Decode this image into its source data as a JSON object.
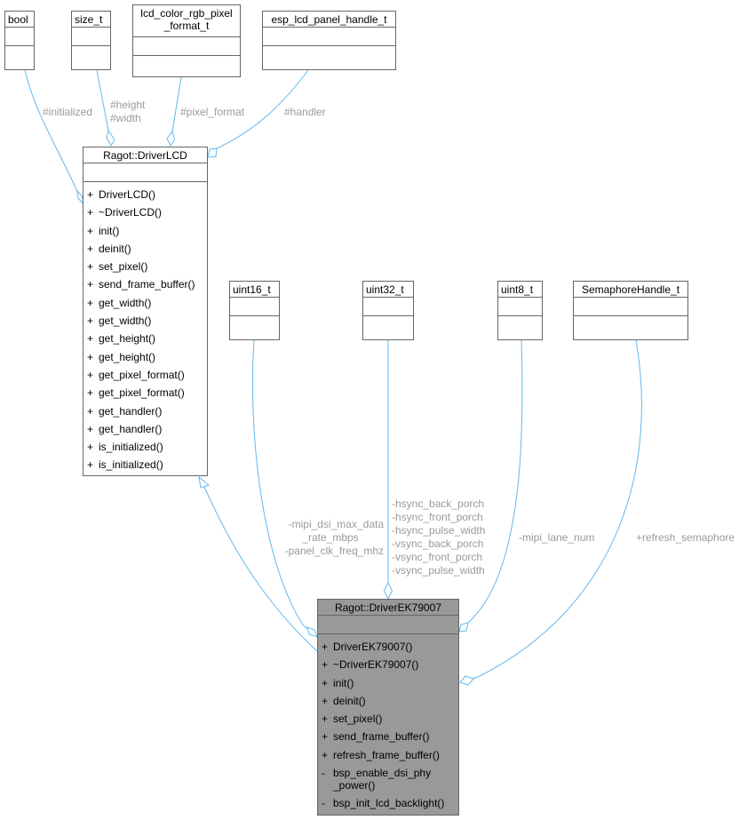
{
  "colors": {
    "edge": "#63b8ee",
    "label": "#9a9a9a",
    "box_border": "#666666",
    "focus_fill": "#999999"
  },
  "classes": {
    "bool": {
      "title": "bool"
    },
    "size_t": {
      "title": "size_t"
    },
    "lcd_color": {
      "title": "lcd_color_rgb_pixel\n_format_t"
    },
    "esp_lcd": {
      "title": "esp_lcd_panel_handle_t"
    },
    "driver_lcd": {
      "title": "Ragot::DriverLCD",
      "methods": [
        {
          "vis": "+",
          "name": "DriverLCD()"
        },
        {
          "vis": "+",
          "name": "~DriverLCD()"
        },
        {
          "vis": "+",
          "name": "init()"
        },
        {
          "vis": "+",
          "name": "deinit()"
        },
        {
          "vis": "+",
          "name": "set_pixel()"
        },
        {
          "vis": "+",
          "name": "send_frame_buffer()"
        },
        {
          "vis": "+",
          "name": "get_width()"
        },
        {
          "vis": "+",
          "name": "get_width()"
        },
        {
          "vis": "+",
          "name": "get_height()"
        },
        {
          "vis": "+",
          "name": "get_height()"
        },
        {
          "vis": "+",
          "name": "get_pixel_format()"
        },
        {
          "vis": "+",
          "name": "get_pixel_format()"
        },
        {
          "vis": "+",
          "name": "get_handler()"
        },
        {
          "vis": "+",
          "name": "get_handler()"
        },
        {
          "vis": "+",
          "name": "is_initialized()"
        },
        {
          "vis": "+",
          "name": "is_initialized()"
        }
      ]
    },
    "uint16": {
      "title": "uint16_t"
    },
    "uint32": {
      "title": "uint32_t"
    },
    "uint8": {
      "title": "uint8_t"
    },
    "semaphore": {
      "title": "SemaphoreHandle_t"
    },
    "driver_ek": {
      "title": "Ragot::DriverEK79007",
      "methods": [
        {
          "vis": "+",
          "name": "DriverEK79007()"
        },
        {
          "vis": "+",
          "name": "~DriverEK79007()"
        },
        {
          "vis": "+",
          "name": "init()"
        },
        {
          "vis": "+",
          "name": "deinit()"
        },
        {
          "vis": "+",
          "name": "set_pixel()"
        },
        {
          "vis": "+",
          "name": "send_frame_buffer()"
        },
        {
          "vis": "+",
          "name": "refresh_frame_buffer()"
        },
        {
          "vis": "-",
          "name": "bsp_enable_dsi_phy\n_power()"
        },
        {
          "vis": "-",
          "name": "bsp_init_lcd_backlight()"
        }
      ]
    }
  },
  "edge_labels": {
    "initialized": "#initialized",
    "height": "#height",
    "width": "#width",
    "pixel_format": "#pixel_format",
    "handler": "#handler",
    "mipi_dsi_1": "-mipi_dsi_max_data",
    "mipi_dsi_2": "_rate_mbps",
    "panel_clk": "-panel_clk_freq_mhz",
    "hsync_back": "-hsync_back_porch",
    "hsync_front": "-hsync_front_porch",
    "hsync_pulse": "-hsync_pulse_width",
    "vsync_back": "-vsync_back_porch",
    "vsync_front": "-vsync_front_porch",
    "vsync_pulse": "-vsync_pulse_width",
    "mipi_lane": "-mipi_lane_num",
    "refresh_sem": "+refresh_semaphore"
  }
}
